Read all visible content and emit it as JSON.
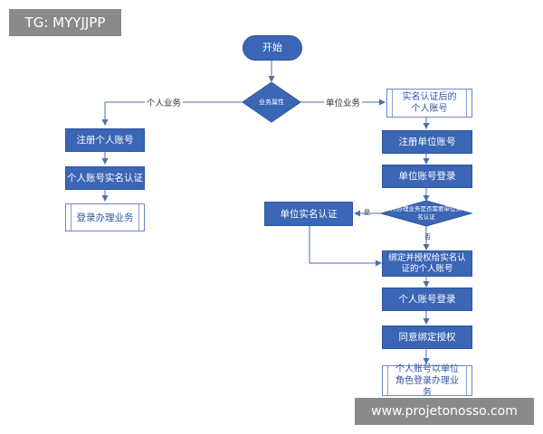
{
  "watermarks": {
    "top_left": "TG: MYYJJPP",
    "bottom_right": "www.projetonosso.com"
  },
  "nodes": {
    "start": "开始",
    "business_type": "业务属性",
    "personal_register": "注册个人账号",
    "personal_verify": "个人账号实名认证",
    "personal_login_business": "登录办理业务",
    "verified_personal_account": "实名认证后的个人账号",
    "register_unit": "注册单位账号",
    "unit_login": "单位账号登录",
    "needs_unit_verify": "所办理业务是否需要单位实名认证",
    "unit_verify": "单位实名认证",
    "bind_authorize": "绑定并授权给实名认证的个人账号",
    "personal_login": "个人账号登录",
    "agree_bind": "同意绑定授权",
    "personal_as_unit": "个人账号以单位角色登录办理业务"
  },
  "edge_labels": {
    "personal_business": "个人业务",
    "unit_business": "单位业务",
    "yes": "是",
    "no": "否"
  },
  "colors": {
    "node_fill": "#3b65b5",
    "line": "#4a6fb0",
    "watermark_bg": "#8a8a8a"
  }
}
